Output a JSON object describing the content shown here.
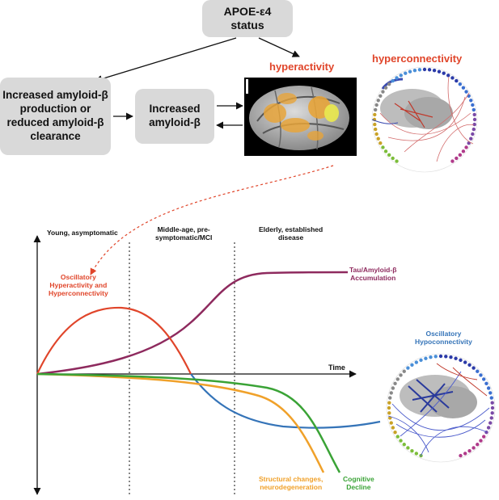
{
  "boxes": {
    "apoe": "APOE-ε4\nstatus",
    "production": "Increased amyloid-β\nproduction or\nreduced amyloid-β\nclearance",
    "increased": "Increased\namyloid-β"
  },
  "labels": {
    "hyperactivity": "hyperactivity",
    "hyperconnectivity": "hyperconnectivity"
  },
  "timeline": {
    "stages": [
      "Young, asymptomatic",
      "Middle-age, pre-\nsymptomatic/MCI",
      "Elderly, established\ndisease"
    ],
    "time_label": "Time"
  },
  "curves": {
    "oscillatory_hyper": "Oscillatory\nHyperactivity and\nHyperconnectivity",
    "tau_amyloid": "Tau/Amyloid-β\nAccumulation",
    "oscillatory_hypo": "Oscillatory\nHypoconnectivity",
    "structural": "Structural changes,\nneurodegeneration",
    "cognitive": "Cognitive\nDecline"
  },
  "colors": {
    "red": "#e0452a",
    "purple": "#8e2a5e",
    "blue": "#3574b8",
    "orange": "#f0a12a",
    "green": "#3aa336",
    "box_gray": "#d9d9d9"
  }
}
